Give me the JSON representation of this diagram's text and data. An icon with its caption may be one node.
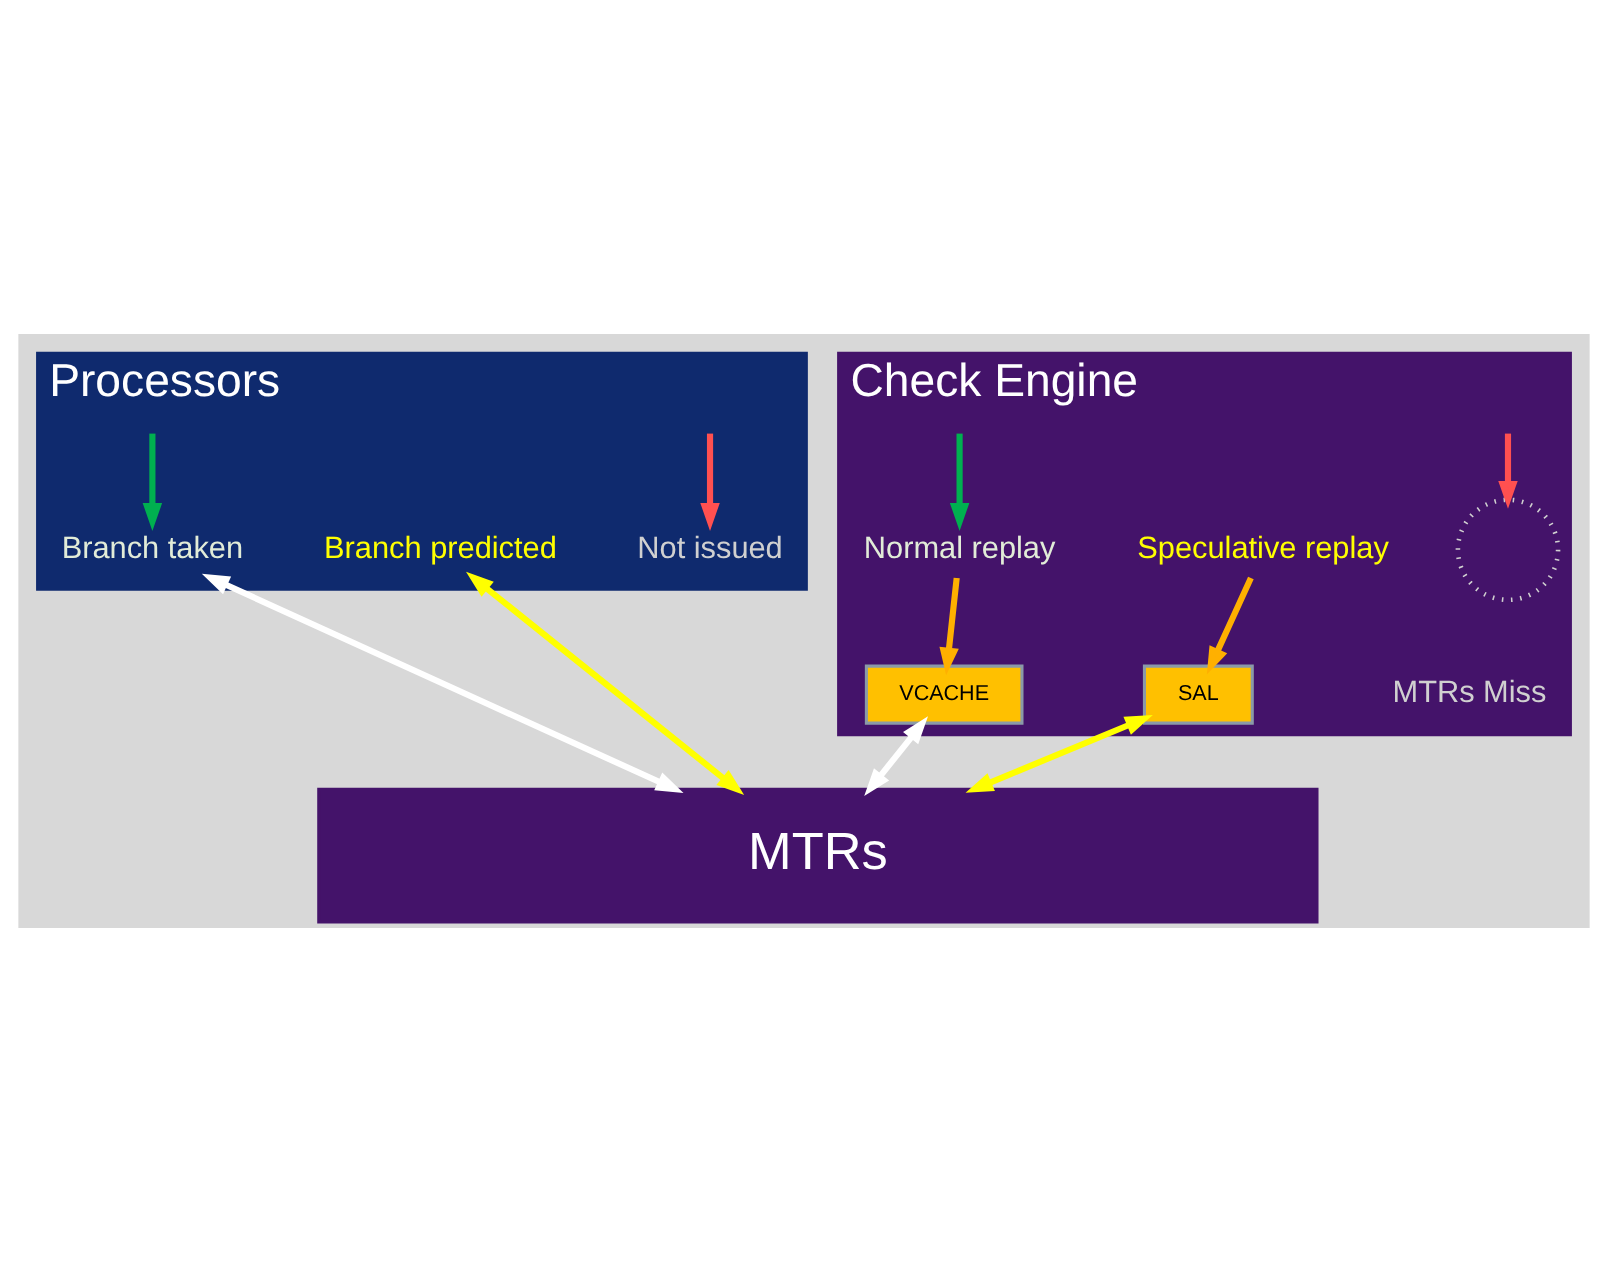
{
  "diagram": {
    "nodes": [
      {
        "text": [
          "Processors"
        ]
      },
      {
        "text": [
          "Branch taken"
        ],
        "in": 0
      },
      {
        "text": [
          "Branch predicted"
        ],
        "in": 0
      },
      {
        "text": [
          "Not issued"
        ],
        "in": 0
      },
      {
        "text": [
          "Check Engine"
        ]
      },
      {
        "text": [
          "Normal replay"
        ],
        "in": 4
      },
      {
        "text": [
          "Speculative replay"
        ],
        "in": 4
      },
      {
        "text": [
          "VCACHE"
        ],
        "in": 4
      },
      {
        "text": [
          "SAL"
        ],
        "in": 4
      },
      {
        "text": [],
        "shape": "circle",
        "in": 4
      },
      {
        "text": [
          "MTRs Miss"
        ],
        "in": 4
      },
      {
        "text": [
          "MTRs"
        ]
      }
    ],
    "edges": [
      {
        "from": null,
        "to": 1,
        "arrow": "to",
        "color": "#00b050"
      },
      {
        "from": null,
        "to": 3,
        "arrow": "to",
        "color": "#ff5050"
      },
      {
        "from": 1,
        "to": 11,
        "arrow": "both",
        "color": "#ffffff"
      },
      {
        "from": 2,
        "to": 11,
        "arrow": "both",
        "color": "#ffff00"
      },
      {
        "from": null,
        "to": 5,
        "arrow": "to",
        "color": "#00b050"
      },
      {
        "from": 5,
        "to": 7,
        "arrow": "to",
        "color": "#ffb000"
      },
      {
        "from": 6,
        "to": 8,
        "arrow": "to",
        "color": "#ffb000"
      },
      {
        "from": null,
        "to": 9,
        "arrow": "to",
        "color": "#ff5050"
      },
      {
        "from": 7,
        "to": 11,
        "arrow": "both",
        "color": "#ffffff"
      },
      {
        "from": 8,
        "to": 11,
        "arrow": "both",
        "color": "#ffff00"
      }
    ]
  }
}
